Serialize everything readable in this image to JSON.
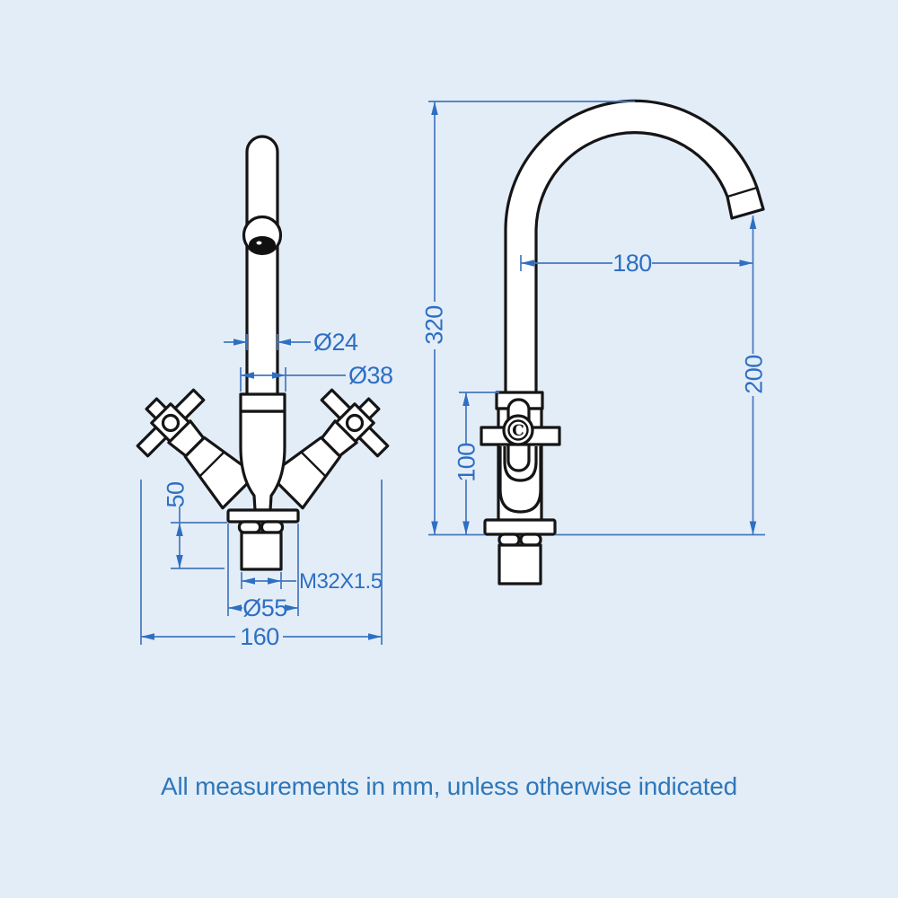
{
  "note": "All measurements in mm, unless otherwise indicated",
  "colors": {
    "background": "#e3edf8",
    "drawing_line": "#151515",
    "dimension_blue": "#2e6fc2",
    "note_blue": "#2e77b9"
  },
  "front_view": {
    "dims": {
      "spout_diameter": "Ø24",
      "body_diameter": "Ø38",
      "shank_length": "50",
      "thread_size": "M32X1.5",
      "base_diameter": "Ø55",
      "overall_width": "160"
    }
  },
  "side_view": {
    "dims": {
      "overall_height": "320",
      "spout_reach": "180",
      "spout_height": "200",
      "body_height": "100"
    },
    "handle_letter": "C"
  }
}
